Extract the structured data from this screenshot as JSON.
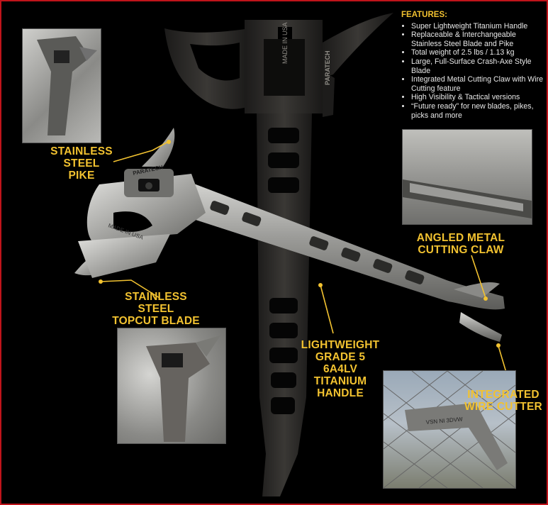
{
  "features": {
    "heading": "FEATURES:",
    "items": [
      "Super Lightweight Titanium Handle",
      "Replaceable & Interchangeable Stainless Steel Blade and Pike",
      "Total weight of 2.5 lbs / 1.13 kg",
      "Large, Full-Surface Crash-Axe Style Blade",
      "Integrated Metal Cutting Claw with Wire Cutting feature",
      " High Visibility & Tactical versions",
      "“Future ready” for new blades, pikes, picks and more"
    ]
  },
  "callouts": {
    "pike": [
      "STAINLESS",
      "STEEL",
      "PIKE"
    ],
    "blade": [
      "STAINLESS",
      "STEEL",
      "TOPCUT BLADE"
    ],
    "claw": [
      "ANGLED METAL",
      "CUTTING CLAW"
    ],
    "handle": [
      "LIGHTWEIGHT",
      "GRADE 5 6A4LV",
      "TITANIUM",
      "HANDLE"
    ],
    "wire": [
      "INTEGRATED",
      "WIRE CUTTER"
    ]
  },
  "engravings": {
    "brand": "PARATECH",
    "origin": "MADE IN USA",
    "origin_mirrored": "VSN NI 3DVW"
  },
  "colors": {
    "frame": "#c0141b",
    "callout": "#f2c230",
    "dark_tool": "#2a2826",
    "silver_tool": "#a9a9a6"
  }
}
